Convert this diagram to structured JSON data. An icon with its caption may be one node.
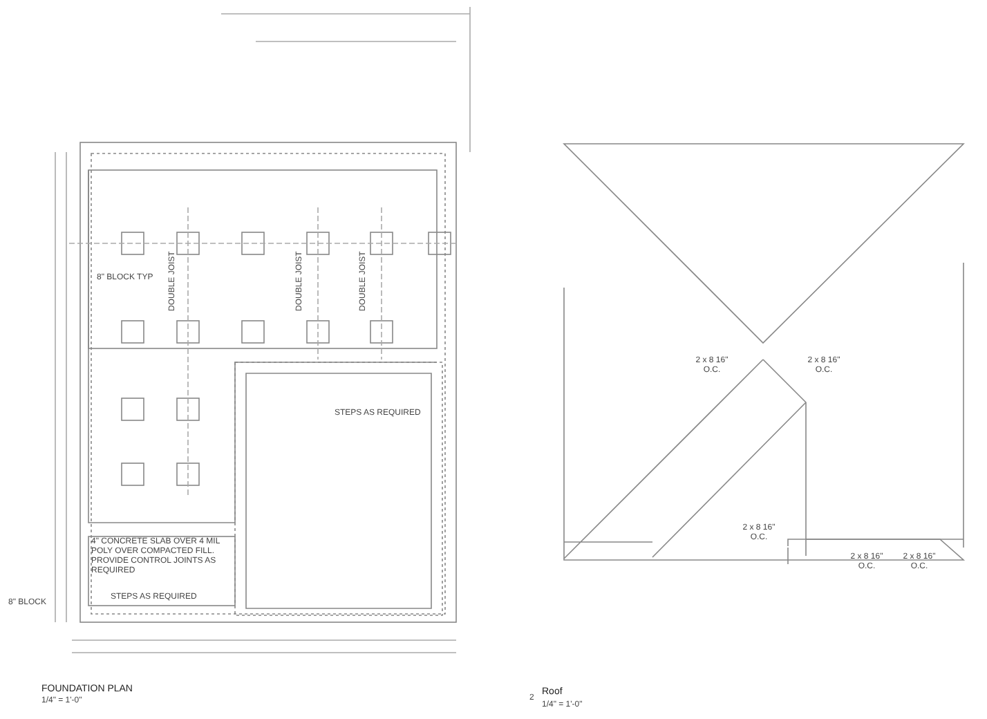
{
  "diagram": {
    "labels": [
      "8\" BLOCK TYP",
      "DOUBLE JOIST",
      "DOUBLE JOIST",
      "DOUBLE JOIST",
      "STEPS AS REQUIRED",
      "4\" CONCRETE SLAB OVER 4 MIL POLY OVER COMPACTED FILL. PROVIDE CONTROL JOINTS AS REQUIRED",
      "STEPS AS REQUIRED",
      "8\" BLOCK",
      "FOUNDATION PLAN",
      "1/4\" = 1'-0\"",
      "2",
      "Roof",
      "1/4\" = 1'-0\"",
      "2 x 8 16\" O.C.",
      "2 x 8 16\" O.C.",
      "2 x 8 16\" O.C.",
      "2 x 8 16\" O.C.",
      "2 x 8 16\" O.C."
    ]
  }
}
